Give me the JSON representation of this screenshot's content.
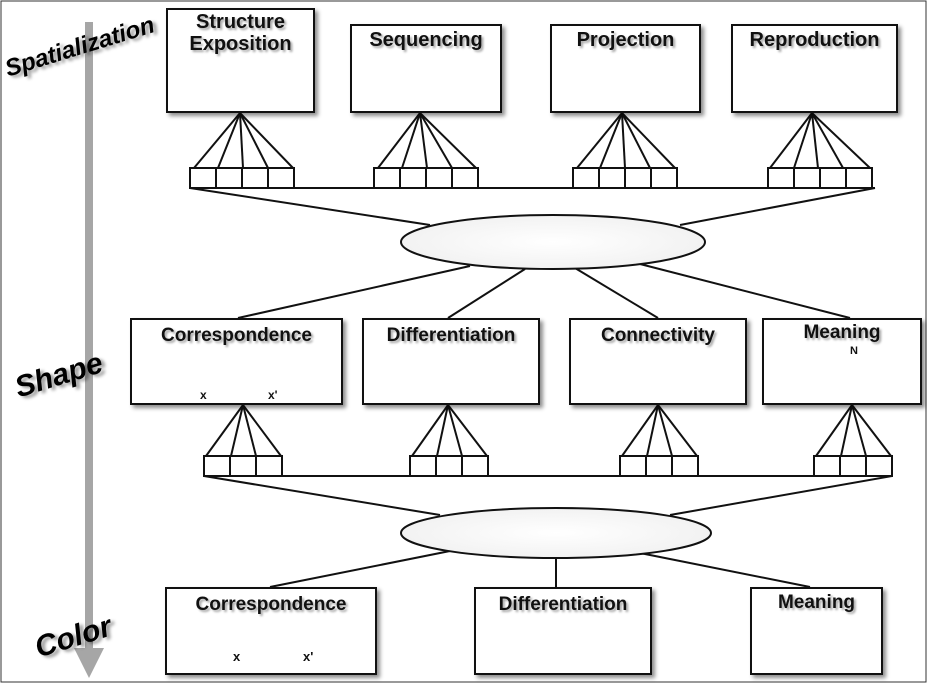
{
  "levels": {
    "spatialization": "Spatialization",
    "shape": "Shape",
    "color": "Color"
  },
  "spatialization_boxes": [
    {
      "title_line1": "Structure",
      "title_line2": "Exposition",
      "icon": "radial-tree-icon"
    },
    {
      "title": "Sequencing",
      "icon": "spiral-sequence-icon"
    },
    {
      "title": "Projection",
      "icon": "projection-plot-icon"
    },
    {
      "title": "Reproduction",
      "icon": "jet-airplane-icon"
    }
  ],
  "shape_boxes": [
    {
      "title": "Correspondence",
      "label_x": "x",
      "label_x_prime": "x'"
    },
    {
      "title": "Differentiation",
      "icon": "shapes-circle-star-square-icon"
    },
    {
      "title": "Connectivity",
      "icon": "connected-nodes-icon"
    },
    {
      "title": "Meaning",
      "compass_label": "N",
      "icon": "compass-star-icon"
    }
  ],
  "color_boxes": [
    {
      "title": "Correspondence",
      "label_x": "x",
      "label_x_prime": "x'",
      "icon": "gradient-scale-icon"
    },
    {
      "title": "Differentiation",
      "icon": "gray-circles-icon"
    },
    {
      "title": "Meaning",
      "icon": "traffic-light-icon"
    }
  ],
  "colors": {
    "arrow": "#a6a6a6",
    "gradient_start": "#ffffff",
    "gradient_end": "#000000",
    "circle_light": "#c8c8c8",
    "circle_mid": "#5a5a5a",
    "circle_dark": "#000000",
    "light_red": "#e02020",
    "light_yellow": "#e8d000",
    "light_green": "#20a020"
  }
}
